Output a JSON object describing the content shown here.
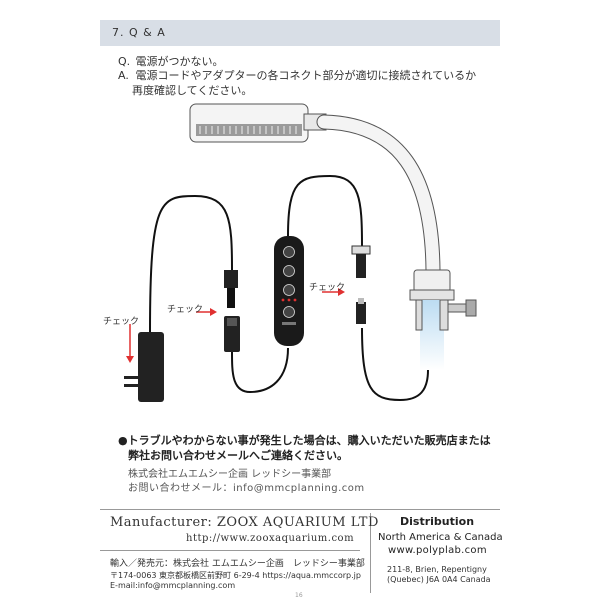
{
  "header": {
    "title": "7. Q & A"
  },
  "qa": {
    "q_label": "Q.",
    "q_text": "電源がつかない。",
    "a_label": "A.",
    "a_text": "電源コードやアダプターの各コネクト部分が適切に接続されているか",
    "a_text2": "再度確認してください。"
  },
  "callouts": {
    "check_left": "チェック",
    "check_mid": "チェック",
    "check_right": "チェック"
  },
  "notes": {
    "line1": "●トラブルやわからない事が発生した場合は、購入いただいた販売店または",
    "line2": "弊社お問い合わせメールへご連絡ください。",
    "line3": "株式会社エムエムシー企画 レッドシー事業部",
    "line4": "お問い合わせメール：info@mmcplanning.com"
  },
  "footer": {
    "manufacturer": "Manufacturer: ZOOX AQUARIUM LTD",
    "manufacturer_url": "http://www.zooxaquarium.com",
    "importer_line1": "輸入／発売元：株式会社 エムエムシー企画　レッドシー事業部",
    "importer_line2": "〒174-0063  東京都板橋区前野町 6-29-4   https://aqua.mmccorp.jp",
    "importer_line3": "E-mail:info@mmcplanning.com",
    "distribution_title": "Distribution",
    "distribution_region": "North America & Canada",
    "distribution_url": "www.polyplab.com",
    "distribution_addr1": "211-8, Brien, Repentigny",
    "distribution_addr2": "(Quebec) J6A 0A4 Canada"
  },
  "page_mark": "16",
  "colors": {
    "header_bg": "#d8dee6",
    "cable": "#111111",
    "arrow": "#e03030",
    "water": "#cfe6f5"
  }
}
